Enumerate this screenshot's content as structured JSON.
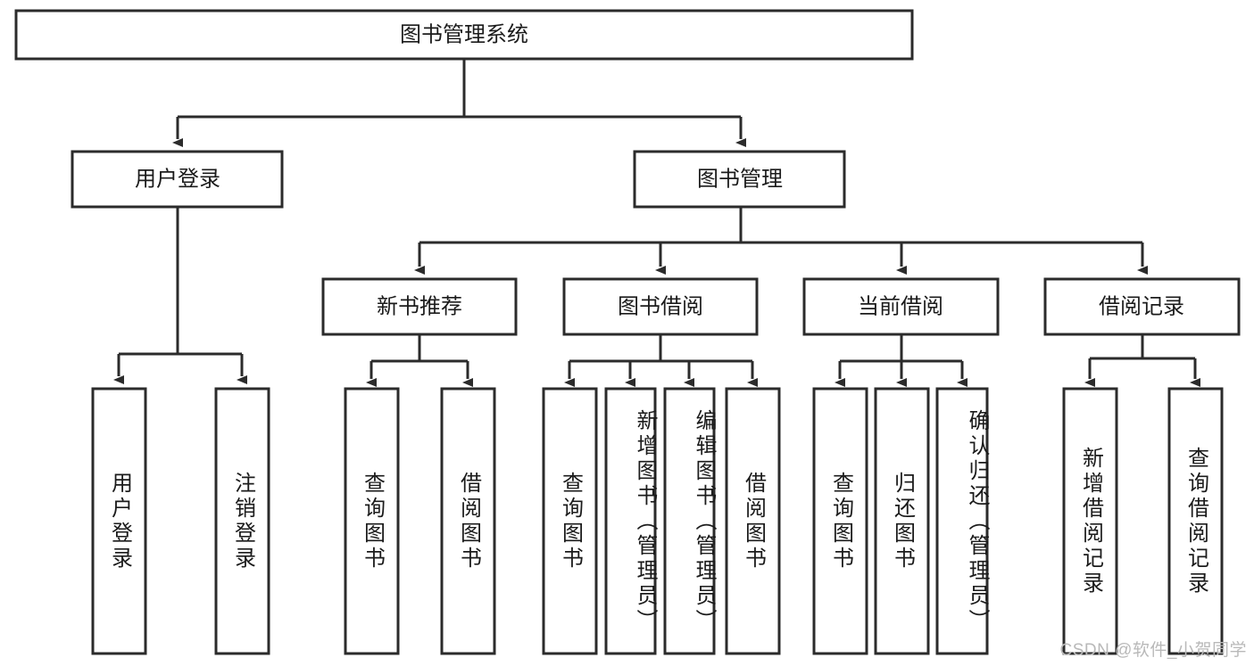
{
  "diagram": {
    "title": "图书管理系统",
    "type": "tree-hierarchy",
    "orientation": "top-down",
    "colors": {
      "box_stroke": "#2b2b2b",
      "box_fill": "#ffffff",
      "connector": "#2b2b2b",
      "label_text": "#1b1b1b",
      "watermark_text": "#b9b9b9",
      "background": "#ffffff"
    },
    "root": {
      "id": "root",
      "label": "图书管理系统"
    },
    "level2": [
      {
        "id": "user-login",
        "label": "用户登录"
      },
      {
        "id": "book-management",
        "label": "图书管理"
      }
    ],
    "level3": [
      {
        "id": "new-book-recommend",
        "label": "新书推荐",
        "parent": "book-management"
      },
      {
        "id": "book-borrow",
        "label": "图书借阅",
        "parent": "book-management"
      },
      {
        "id": "current-borrow",
        "label": "当前借阅",
        "parent": "book-management"
      },
      {
        "id": "borrow-record",
        "label": "借阅记录",
        "parent": "book-management"
      }
    ],
    "leaves": [
      {
        "id": "leaf-user-login",
        "label": "用户登录",
        "parent": "user-login"
      },
      {
        "id": "leaf-user-logout",
        "label": "注销登录",
        "parent": "user-login"
      },
      {
        "id": "leaf-query-book-1",
        "label": "查询图书",
        "parent": "new-book-recommend"
      },
      {
        "id": "leaf-borrow-book-1",
        "label": "借阅图书",
        "parent": "new-book-recommend"
      },
      {
        "id": "leaf-query-book-2",
        "label": "查询图书",
        "parent": "book-borrow"
      },
      {
        "id": "leaf-add-book",
        "label": "新增图书（管理员）",
        "parent": "book-borrow"
      },
      {
        "id": "leaf-edit-book",
        "label": "编辑图书（管理员）",
        "parent": "book-borrow"
      },
      {
        "id": "leaf-borrow-book-2",
        "label": "借阅图书",
        "parent": "book-borrow"
      },
      {
        "id": "leaf-query-book-3",
        "label": "查询图书",
        "parent": "current-borrow"
      },
      {
        "id": "leaf-return-book",
        "label": "归还图书",
        "parent": "current-borrow"
      },
      {
        "id": "leaf-confirm-return",
        "label": "确认归还（管理员）",
        "parent": "current-borrow"
      },
      {
        "id": "leaf-add-record",
        "label": "新增借阅记录",
        "parent": "borrow-record"
      },
      {
        "id": "leaf-query-record",
        "label": "查询借阅记录",
        "parent": "borrow-record"
      }
    ],
    "watermark": "CSDN @软件_小贺同学"
  }
}
